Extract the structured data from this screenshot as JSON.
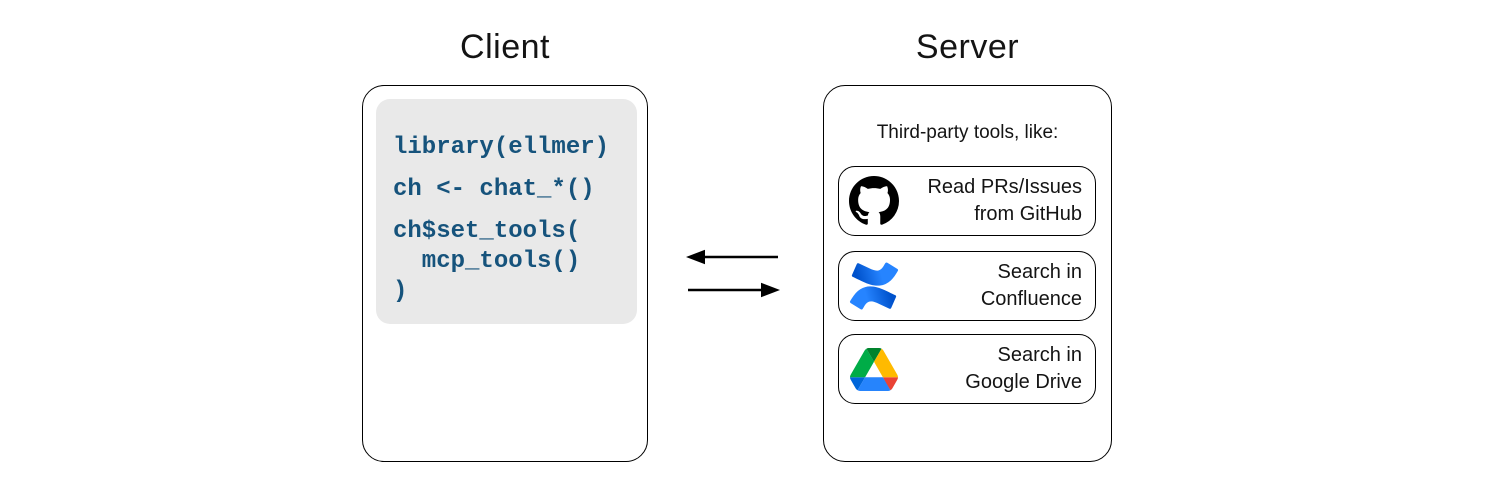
{
  "diagram": {
    "client": {
      "title": "Client",
      "code_lines": [
        "library(ellmer)",
        "ch <- chat_*()",
        "ch$set_tools(",
        "  mcp_tools()",
        ")"
      ]
    },
    "server": {
      "title": "Server",
      "subtitle": "Third-party tools, like:",
      "tools": [
        {
          "icon": "github-icon",
          "label_line1": "Read PRs/Issues",
          "label_line2": "from GitHub"
        },
        {
          "icon": "confluence-icon",
          "label_line1": "Search in",
          "label_line2": "Confluence"
        },
        {
          "icon": "google-drive-icon",
          "label_line1": "Search in",
          "label_line2": "Google Drive"
        }
      ]
    },
    "arrows": [
      "server-to-client",
      "client-to-server"
    ],
    "colors": {
      "code_text": "#16537C",
      "code_background": "#E9E9E9",
      "box_border": "#000000",
      "arrow_black": "#000000",
      "github_black": "#000000",
      "confluence_blue_bright": "#2684FF",
      "confluence_blue_dark": "#0052CC",
      "drive_dark_green": "#00832D",
      "drive_green": "#00AC47",
      "drive_yellow": "#FFBA00",
      "drive_blue": "#2684FC",
      "drive_cornflower": "#0066DA",
      "drive_red": "#EA4335"
    }
  }
}
